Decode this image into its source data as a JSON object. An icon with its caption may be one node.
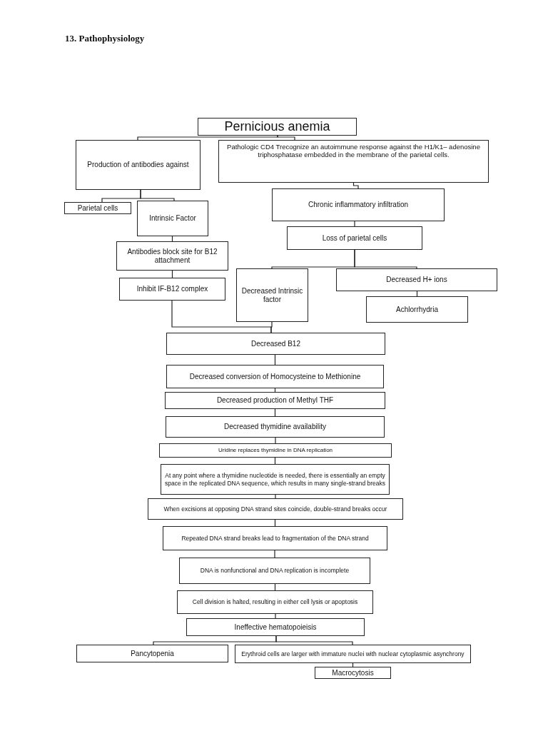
{
  "diagram": {
    "title": "13. Pathophysiology",
    "nodes": [
      {
        "text": [
          "Pernicious anemia"
        ]
      },
      {
        "text": [
          "Production of antibodies against"
        ]
      },
      {
        "text": [
          "Pathologic CD4 Trecognize an autoimmune response against the H1/K1– adenosine triphosphatase embedded in the membrane of the parietal cells."
        ]
      },
      {
        "text": [
          "Parietal cells"
        ]
      },
      {
        "text": [
          "Intrinsic Factor"
        ]
      },
      {
        "text": [
          "Antibodies block site for B12 attachment"
        ]
      },
      {
        "text": [
          "Inhibit IF-B12 complex"
        ]
      },
      {
        "text": [
          "Chronic inflammatory infiltration"
        ]
      },
      {
        "text": [
          "Loss of parietal cells"
        ]
      },
      {
        "text": [
          "Decreased Intrinsic factor"
        ]
      },
      {
        "text": [
          "Decreased H+ ions"
        ]
      },
      {
        "text": [
          "Achlorrhydria"
        ]
      },
      {
        "text": [
          "Decreased B12"
        ]
      },
      {
        "text": [
          "Decreased conversion of Homocysteine to Methionine"
        ]
      },
      {
        "text": [
          "Decreased production of Methyl THF"
        ]
      },
      {
        "text": [
          "Decreased thymidine availability"
        ]
      },
      {
        "text": [
          "Uridine replaces thymidine in DNA replication"
        ]
      },
      {
        "text": [
          "At any point where a thymidine nucleotide is needed, there is essentially an empty space in the replicated DNA sequence, which results in many single-strand breaks"
        ]
      },
      {
        "text": [
          "When excisions at opposing DNA strand sites coincide, double-strand breaks occur"
        ]
      },
      {
        "text": [
          "Repeated DNA strand breaks lead to fragmentation of the DNA strand"
        ]
      },
      {
        "text": [
          "DNA is nonfunctional and DNA replication is incomplete"
        ]
      },
      {
        "text": [
          "Cell division is halted, resulting in either cell lysis or apoptosis"
        ]
      },
      {
        "text": [
          "Ineffective hematopoieisis"
        ]
      },
      {
        "text": [
          "Pancytopenia"
        ]
      },
      {
        "text": [
          "Erythroid cells are larger with immature nuclei with nuclear cytoplasmic asynchrony"
        ]
      },
      {
        "text": [
          "Macrocytosis"
        ]
      }
    ],
    "edges": [
      {
        "from": 0,
        "to": 1,
        "arrow": "none"
      },
      {
        "from": 0,
        "to": 2,
        "arrow": "none"
      },
      {
        "from": 1,
        "to": 3,
        "arrow": "none"
      },
      {
        "from": 1,
        "to": 4,
        "arrow": "none"
      },
      {
        "from": 4,
        "to": 5,
        "arrow": "none"
      },
      {
        "from": 5,
        "to": 6,
        "arrow": "none"
      },
      {
        "from": 2,
        "to": 7,
        "arrow": "none"
      },
      {
        "from": 7,
        "to": 8,
        "arrow": "none"
      },
      {
        "from": 8,
        "to": 9,
        "arrow": "none"
      },
      {
        "from": 8,
        "to": 10,
        "arrow": "none"
      },
      {
        "from": 10,
        "to": 11,
        "arrow": "none"
      },
      {
        "from": 6,
        "to": 12,
        "arrow": "none"
      },
      {
        "from": 9,
        "to": 12,
        "arrow": "none"
      },
      {
        "from": 12,
        "to": 13,
        "arrow": "none"
      },
      {
        "from": 13,
        "to": 14,
        "arrow": "none"
      },
      {
        "from": 14,
        "to": 15,
        "arrow": "none"
      },
      {
        "from": 15,
        "to": 16,
        "arrow": "none"
      },
      {
        "from": 16,
        "to": 17,
        "arrow": "none"
      },
      {
        "from": 17,
        "to": 18,
        "arrow": "none"
      },
      {
        "from": 18,
        "to": 19,
        "arrow": "none"
      },
      {
        "from": 19,
        "to": 20,
        "arrow": "none"
      },
      {
        "from": 20,
        "to": 21,
        "arrow": "none"
      },
      {
        "from": 21,
        "to": 22,
        "arrow": "none"
      },
      {
        "from": 22,
        "to": 23,
        "arrow": "none"
      },
      {
        "from": 22,
        "to": 24,
        "arrow": "none"
      },
      {
        "from": 24,
        "to": 25,
        "arrow": "none"
      }
    ]
  }
}
